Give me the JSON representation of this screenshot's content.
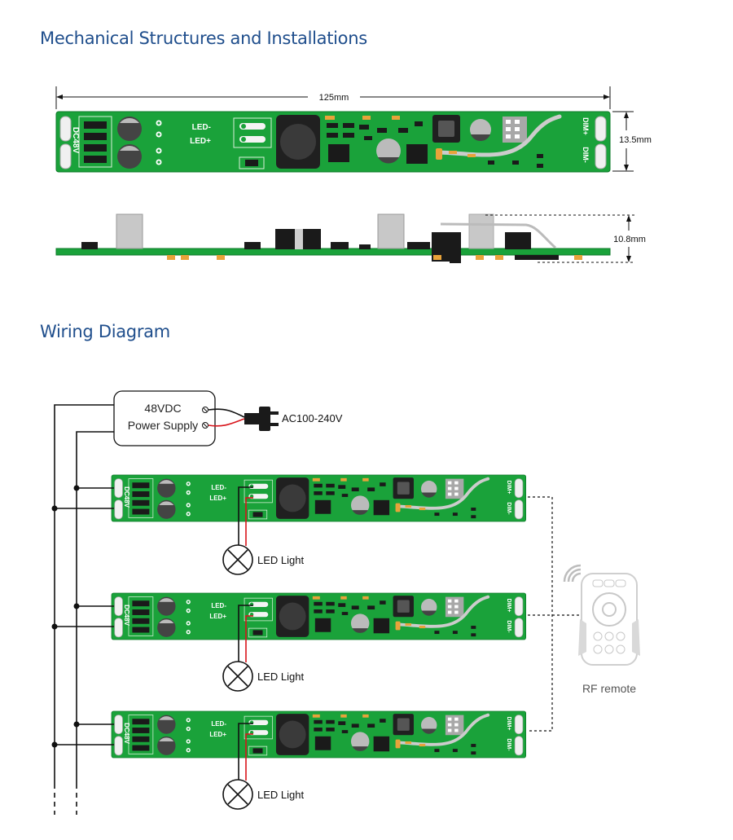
{
  "sections": {
    "mechanical_title": "Mechanical Structures and Installations",
    "wiring_title": "Wiring Diagram"
  },
  "dimensions": {
    "length": "125mm",
    "width": "13.5mm",
    "height": "10.8mm"
  },
  "board": {
    "input_label": "DC48V",
    "led_minus": "LED-",
    "led_plus": "LED+",
    "dim_plus": "DIM+",
    "dim_minus": "DIM-"
  },
  "wiring": {
    "psu_line1": "48VDC",
    "psu_line2": "Power Supply",
    "ac_input": "AC100-240V",
    "led_lights": [
      "LED Light",
      "LED Light",
      "LED Light"
    ],
    "remote_label": "RF remote"
  },
  "colors": {
    "pcb_green": "#1aa23a",
    "heading_blue": "#1f4e8c",
    "wire_red": "#d8141b"
  }
}
